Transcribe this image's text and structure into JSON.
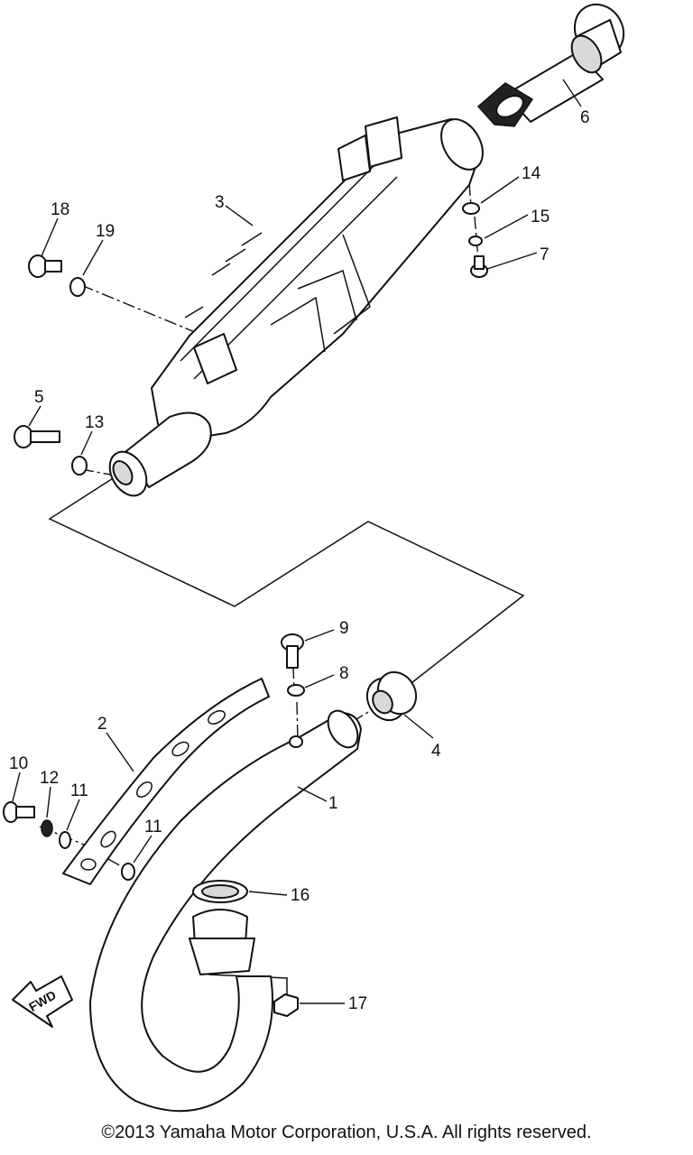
{
  "callouts": {
    "c1": "1",
    "c2": "2",
    "c3": "3",
    "c4": "4",
    "c5": "5",
    "c6": "6",
    "c7": "7",
    "c8": "8",
    "c9": "9",
    "c10": "10",
    "c11a": "11",
    "c11b": "11",
    "c12": "12",
    "c13": "13",
    "c14": "14",
    "c15": "15",
    "c16": "16",
    "c17": "17",
    "c18": "18",
    "c19": "19"
  },
  "fwd_label": "FWD",
  "copyright": "©2013 Yamaha Motor Corporation, U.S.A. All rights reserved."
}
